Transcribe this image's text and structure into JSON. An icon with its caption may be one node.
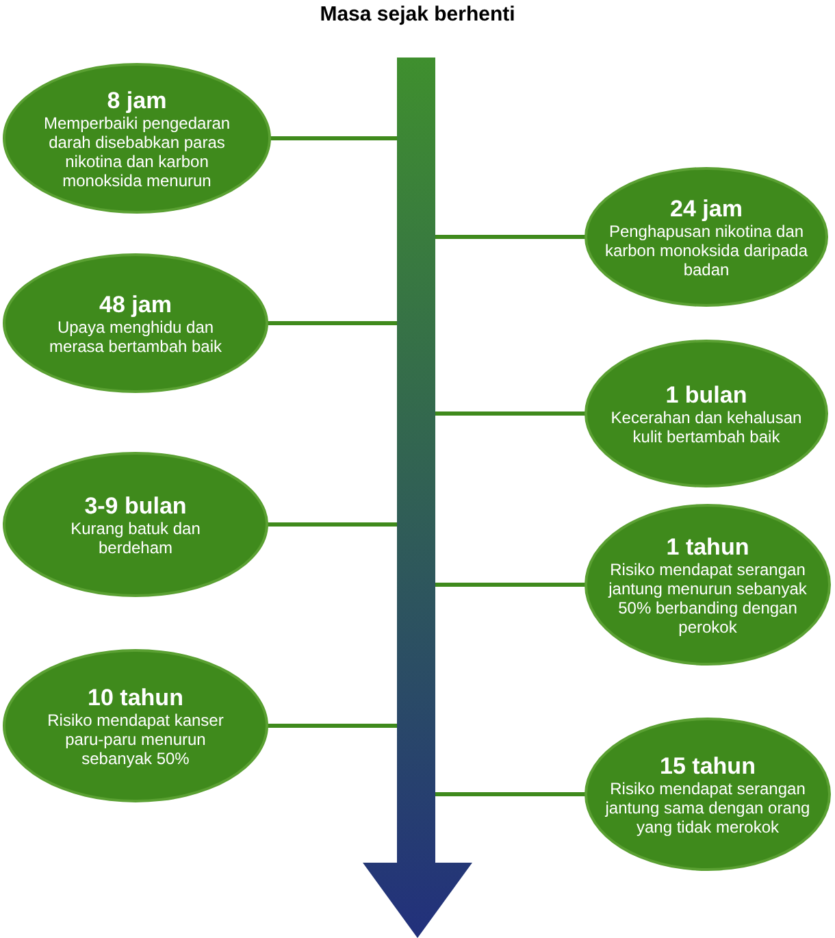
{
  "diagram": {
    "title": "Masa sejak berhenti",
    "nodes": [
      {
        "text": [],
        "shape": "arrow"
      },
      {
        "text": [
          "8 jam",
          "Memperbaiki pengedaran darah disebabkan paras nikotina dan karbon monoksida menurun"
        ]
      },
      {
        "text": [
          "24 jam",
          "Penghapusan nikotina dan karbon monoksida daripada badan"
        ]
      },
      {
        "text": [
          "48 jam",
          "Upaya menghidu dan merasa bertambah baik"
        ]
      },
      {
        "text": [
          "1 bulan",
          "Kecerahan dan kehalusan kulit bertambah baik"
        ]
      },
      {
        "text": [
          "3-9 bulan",
          "Kurang batuk dan berdeham"
        ]
      },
      {
        "text": [
          "1 tahun",
          "Risiko mendapat serangan jantung menurun sebanyak 50% berbanding dengan perokok"
        ]
      },
      {
        "text": [
          "10 tahun",
          "Risiko mendapat kanser paru-paru menurun sebanyak 50%"
        ]
      },
      {
        "text": [
          "15 tahun",
          "Risiko mendapat serangan jantung sama dengan orang yang tidak merokok"
        ]
      }
    ],
    "edges": [
      {
        "from": 1,
        "to": 0,
        "arrow": "none"
      },
      {
        "from": 2,
        "to": 0,
        "arrow": "none"
      },
      {
        "from": 3,
        "to": 0,
        "arrow": "none"
      },
      {
        "from": 4,
        "to": 0,
        "arrow": "none"
      },
      {
        "from": 5,
        "to": 0,
        "arrow": "none"
      },
      {
        "from": 6,
        "to": 0,
        "arrow": "none"
      },
      {
        "from": 7,
        "to": 0,
        "arrow": "none"
      },
      {
        "from": 8,
        "to": 0,
        "arrow": "none"
      }
    ]
  }
}
